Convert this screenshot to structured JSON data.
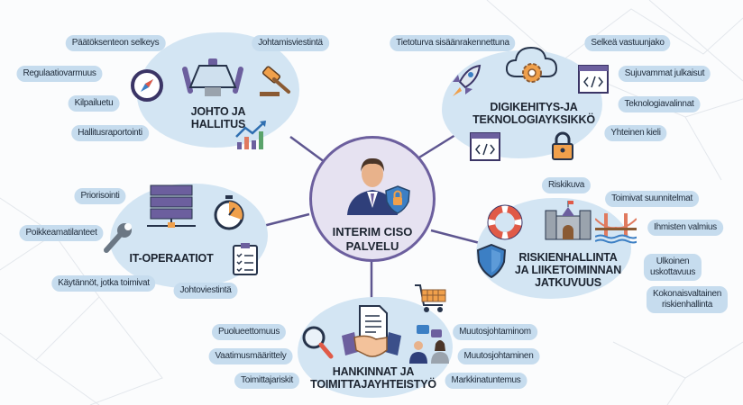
{
  "center": {
    "line1": "INTERIM CISO",
    "line2": "PALVELU"
  },
  "clusters": {
    "johto": {
      "title1": "JOHTO JA",
      "title2": "HALLITUS",
      "bubbles": [
        "Päätöksenteon selkeys",
        "Johtamisviestintä",
        "Regulaatiovarmuus",
        "Kilpailuetu",
        "Hallitusraportointi"
      ]
    },
    "digi": {
      "title1": "DIGIKEHITYS-JA",
      "title2": "TEKNOLOGIAYKSIKKÖ",
      "bubbles": [
        "Tietoturva sisäänrakennettuna",
        "Selkeä vastuunjako",
        "Sujuvammat julkaisut",
        "Teknologiavalinnat",
        "Yhteinen kieli"
      ]
    },
    "it": {
      "title1": "IT-OPERAATIOT",
      "bubbles": [
        "Priorisointi",
        "Poikkeamatilanteet",
        "Käytännöt, jotka toimivat",
        "Johtoviestintä"
      ]
    },
    "riski": {
      "title1": "RISKIENHALLINTA",
      "title2": "JA LIIKETOIMINNAN",
      "title3": "JATKUVUUS",
      "bubbles": [
        "Riskikuva",
        "Toimivat suunnitelmat",
        "Ihmisten valmius",
        "Ulkoinen",
        "uskottavuus",
        "Kokonaisvaltainen",
        "riskienhallinta"
      ]
    },
    "hankinnat": {
      "title1": "HANKINNAT JA",
      "title2": "TOIMITTAJAYHTEISTYÖ",
      "bubbles": [
        "Puolueettomuus",
        "Vaatimusmäärittely",
        "Toimittajariskit",
        "Muutosjohtaminom",
        "Muutosjohtaminen",
        "Markkinatuntemus"
      ]
    }
  },
  "colors": {
    "blob": "#d3e5f3",
    "bubble": "#c6dcee",
    "accent": "#6c5f9e",
    "orange": "#f0a04b"
  }
}
